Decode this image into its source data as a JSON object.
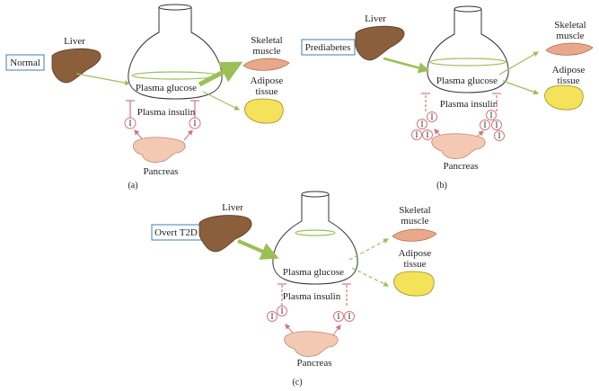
{
  "colors": {
    "box_border": "#3d7fb8",
    "arrow_green": "#9bbf57",
    "arrow_red": "#d6747e",
    "liver": "#8b5e3c",
    "muscle": "#e8a98a",
    "fat": "#f3e25a",
    "pancreas": "#f4c9b4"
  },
  "panels": [
    {
      "state": "Normal",
      "caption": "(a)",
      "liver": "Liver",
      "glucose": "Plasma glucose",
      "insulin": "Plasma insulin",
      "pancreas": "Pancreas",
      "muscle": [
        "Skeletal",
        "muscle"
      ],
      "adipose": [
        "Adipose",
        "tissue"
      ],
      "insulin_marker": "I"
    },
    {
      "state": "Prediabetes",
      "caption": "(b)",
      "liver": "Liver",
      "glucose": "Plasma glucose",
      "insulin": "Plasma insulin",
      "pancreas": "Pancreas",
      "muscle": [
        "Skeletal",
        "muscle"
      ],
      "adipose": [
        "Adipose",
        "tissue"
      ],
      "insulin_marker": "I"
    },
    {
      "state": "Overt T2D",
      "caption": "(c)",
      "liver": "Liver",
      "glucose": "Plasma glucose",
      "insulin": "Plasma insulin",
      "pancreas": "Pancreas",
      "muscle": [
        "Skeletal",
        "muscle"
      ],
      "adipose": [
        "Adipose",
        "tissue"
      ],
      "insulin_marker": "I"
    }
  ]
}
